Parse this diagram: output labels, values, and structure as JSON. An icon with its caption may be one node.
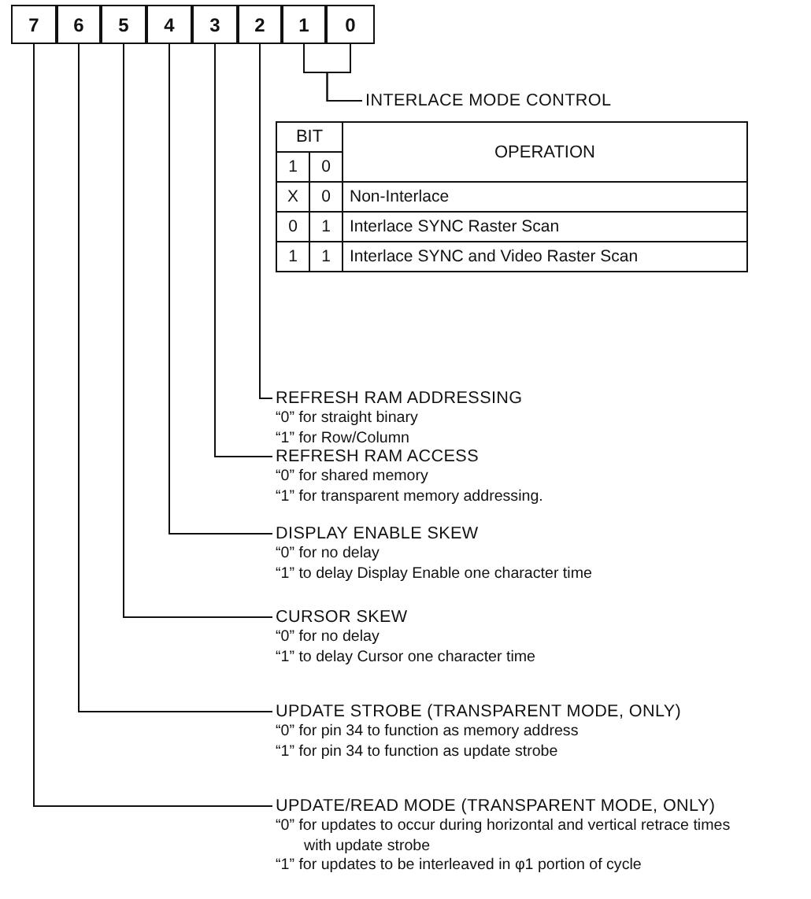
{
  "diagram": {
    "nodes": [
      {
        "text": [
          "7"
        ]
      },
      {
        "text": [
          "6"
        ]
      },
      {
        "text": [
          "5"
        ]
      },
      {
        "text": [
          "4"
        ]
      },
      {
        "text": [
          "3"
        ]
      },
      {
        "text": [
          "2"
        ]
      },
      {
        "text": [
          "1"
        ]
      },
      {
        "text": [
          "0"
        ]
      },
      {
        "text": [
          "INTERLACE MODE CONTROL"
        ]
      },
      {
        "text": [
          "REFRESH RAM ADDRESSING",
          "“0” for straight binary",
          "“1” for Row/Column"
        ]
      },
      {
        "text": [
          "REFRESH RAM ACCESS",
          "“0” for shared memory",
          "“1” for transparent memory addressing."
        ]
      },
      {
        "text": [
          "DISPLAY ENABLE SKEW",
          "“0” for no delay",
          "“1” to delay Display Enable one character time"
        ]
      },
      {
        "text": [
          "CURSOR SKEW",
          "“0” for no delay",
          "“1” to delay Cursor one character time"
        ]
      },
      {
        "text": [
          "UPDATE STROBE (TRANSPARENT MODE, ONLY)",
          "“0” for pin 34 to function as memory address",
          "“1” for pin 34 to function as update strobe"
        ]
      },
      {
        "text": [
          "UPDATE/READ MODE (TRANSPARENT MODE, ONLY)",
          "“0” for updates to occur during horizontal and vertical retrace times with update strobe",
          "“1” for updates to be interleaved in φ1 portion of cycle"
        ]
      }
    ],
    "edges": [
      {
        "from": 6,
        "to": 8,
        "arrow": "none"
      },
      {
        "from": 7,
        "to": 8,
        "arrow": "none"
      },
      {
        "from": 5,
        "to": 9,
        "arrow": "none"
      },
      {
        "from": 4,
        "to": 10,
        "arrow": "none"
      },
      {
        "from": 3,
        "to": 11,
        "arrow": "none"
      },
      {
        "from": 2,
        "to": 12,
        "arrow": "none"
      },
      {
        "from": 1,
        "to": 13,
        "arrow": "none"
      },
      {
        "from": 0,
        "to": 14,
        "arrow": "none"
      }
    ],
    "labels": [
      "BIT",
      "OPERATION",
      "1",
      "0",
      "X",
      "0",
      "Non-Interlace",
      "0",
      "1",
      "Interlace SYNC Raster Scan",
      "1",
      "1",
      "Interlace SYNC and Video Raster Scan"
    ]
  }
}
